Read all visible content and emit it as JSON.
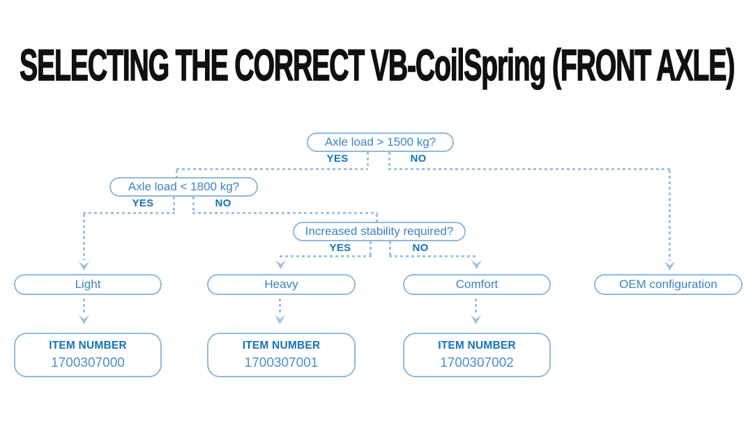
{
  "title": "SELECTING THE CORRECT VB-CoilSpring (FRONT AXLE)",
  "colors": {
    "box_border": "#8FB9DC",
    "question_text": "#3E82C3",
    "bold_label": "#1273B9",
    "item_number_text": "#4A8FCA",
    "dashed_line": "#9CC3E3",
    "title_text": "#101010",
    "background": "#FFFFFF"
  },
  "flow": {
    "d1": {
      "question": "Axle load > 1500 kg?",
      "yes": "YES",
      "no": "NO"
    },
    "d2": {
      "question": "Axle load < 1800 kg?",
      "yes": "YES",
      "no": "NO"
    },
    "d3": {
      "question": "Increased stability required?",
      "yes": "YES",
      "no": "NO"
    },
    "light": {
      "label": "Light",
      "item_label": "ITEM NUMBER",
      "item_number": "1700307000"
    },
    "heavy": {
      "label": "Heavy",
      "item_label": "ITEM NUMBER",
      "item_number": "1700307001"
    },
    "comfort": {
      "label": "Comfort",
      "item_label": "ITEM NUMBER",
      "item_number": "1700307002"
    },
    "oem": {
      "label": "OEM configuration"
    },
    "edges": [
      {
        "from": "Axle load > 1500 kg?",
        "answer": "YES",
        "to": "Axle load < 1800 kg?"
      },
      {
        "from": "Axle load > 1500 kg?",
        "answer": "NO",
        "to": "OEM configuration"
      },
      {
        "from": "Axle load < 1800 kg?",
        "answer": "YES",
        "to": "Light"
      },
      {
        "from": "Axle load < 1800 kg?",
        "answer": "NO",
        "to": "Increased stability required?"
      },
      {
        "from": "Increased stability required?",
        "answer": "YES",
        "to": "Heavy"
      },
      {
        "from": "Increased stability required?",
        "answer": "NO",
        "to": "Comfort"
      }
    ]
  }
}
